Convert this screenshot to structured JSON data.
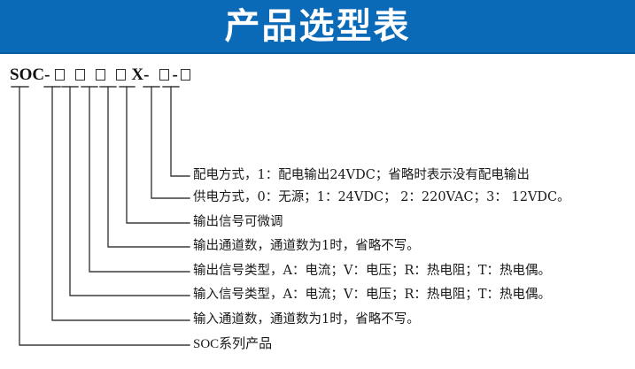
{
  "header": {
    "title": "产品选型表",
    "background_color": "#0b6ab8",
    "text_color": "#ffffff"
  },
  "model_code": {
    "prefix": "SOC-",
    "middle": "X-",
    "separator": "-",
    "box_glyph": "□",
    "full": "SOC-□□□□X-□-□"
  },
  "legend": {
    "lines": [
      {
        "id": "power-distribution",
        "text": "配电方式，1：配电输出24VDC；省略时表示没有配电输出"
      },
      {
        "id": "power-supply",
        "text": "供电方式，0：无源；1：24VDC；  2：220VAC；3：  12VDC。"
      },
      {
        "id": "output-trim",
        "text": "输出信号可微调"
      },
      {
        "id": "output-channels",
        "text": "输出通道数，通道数为1时，省略不写。"
      },
      {
        "id": "output-signal-type",
        "text": "输出信号类型，A：电流；V：电压；R：热电阻；T：热电偶。"
      },
      {
        "id": "input-signal-type",
        "text": "输入信号类型，A：电流；V：电压；R：热电阻；T：热电偶。"
      },
      {
        "id": "input-channels",
        "text": "输入通道数，通道数为1时，省略不写。"
      },
      {
        "id": "series-name",
        "text": "SOC系列产品"
      }
    ]
  },
  "colors": {
    "line": "#3c3c3c",
    "text": "#1a1a1a",
    "banner": "#0b6ab8"
  }
}
